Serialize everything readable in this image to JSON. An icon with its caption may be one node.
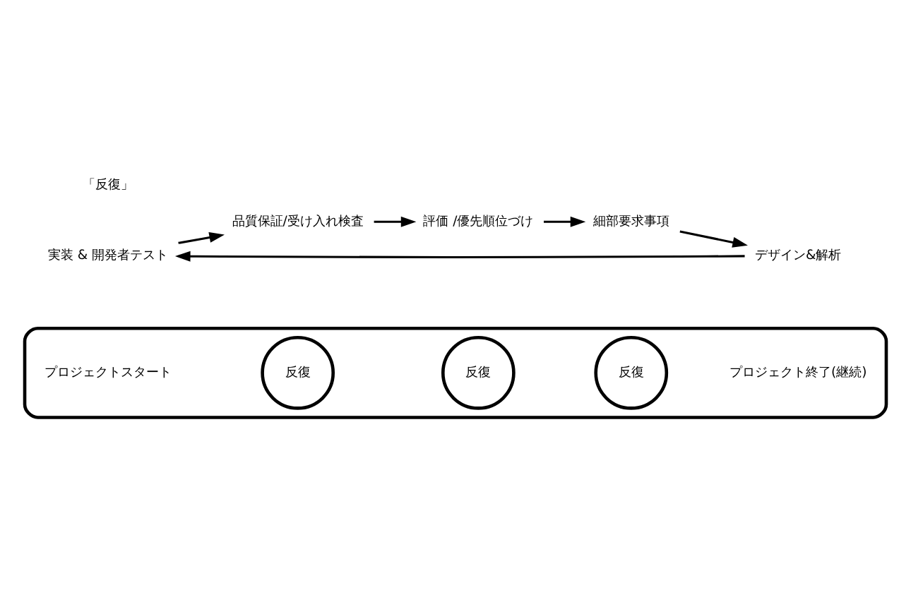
{
  "diagram": {
    "nodes": [
      {
        "text": [],
        "shape": "arrow"
      },
      {
        "text": [
          "プロジェクトスタート"
        ],
        "in": 0
      },
      {
        "text": [
          "反復"
        ],
        "in": 0
      },
      {
        "text": [
          "反復"
        ],
        "in": 0
      },
      {
        "text": [
          "反復"
        ],
        "in": 0
      },
      {
        "text": [
          "プロジェクト終了(継続)"
        ],
        "in": 0
      },
      {
        "text": [
          "実装 & 開発者テスト"
        ]
      },
      {
        "text": [
          "品質保証/受け入れ検査"
        ]
      },
      {
        "text": [
          "評価 /優先順位づけ"
        ]
      },
      {
        "text": [
          "細部要求事項"
        ]
      },
      {
        "text": [
          "デザイン&解析"
        ]
      }
    ],
    "edges": [
      {
        "from": 6,
        "to": 7,
        "arrow": "to"
      },
      {
        "from": 7,
        "to": 8,
        "arrow": "to"
      },
      {
        "from": 8,
        "to": 9,
        "arrow": "to"
      },
      {
        "from": 9,
        "to": 10,
        "arrow": "to"
      },
      {
        "from": 10,
        "to": 6,
        "arrow": "to"
      }
    ],
    "labels": [
      "「反復」"
    ]
  }
}
